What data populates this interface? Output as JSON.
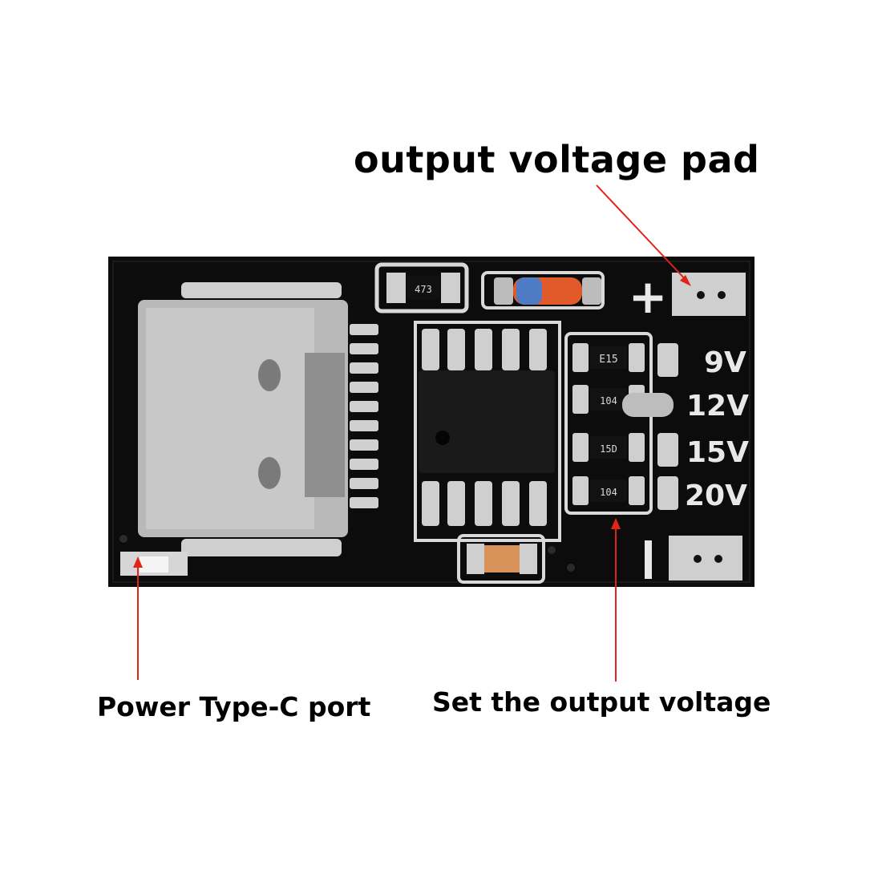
{
  "annotations": {
    "output_pad": "output voltage pad",
    "type_c_port": "Power Type-C port",
    "set_voltage": "Set the output voltage"
  },
  "board": {
    "plus_mark": "+",
    "minus_mark": "|",
    "voltage_options": [
      "9V",
      "12V",
      "15V",
      "20V"
    ],
    "resistor_codes": [
      "473",
      "E15",
      "104",
      "15D",
      "104"
    ]
  },
  "colors": {
    "pcb": "#0b0b0b",
    "silkscreen": "#e8e8e8",
    "pad": "#d4d4d4",
    "arrow": "#e2231a"
  }
}
